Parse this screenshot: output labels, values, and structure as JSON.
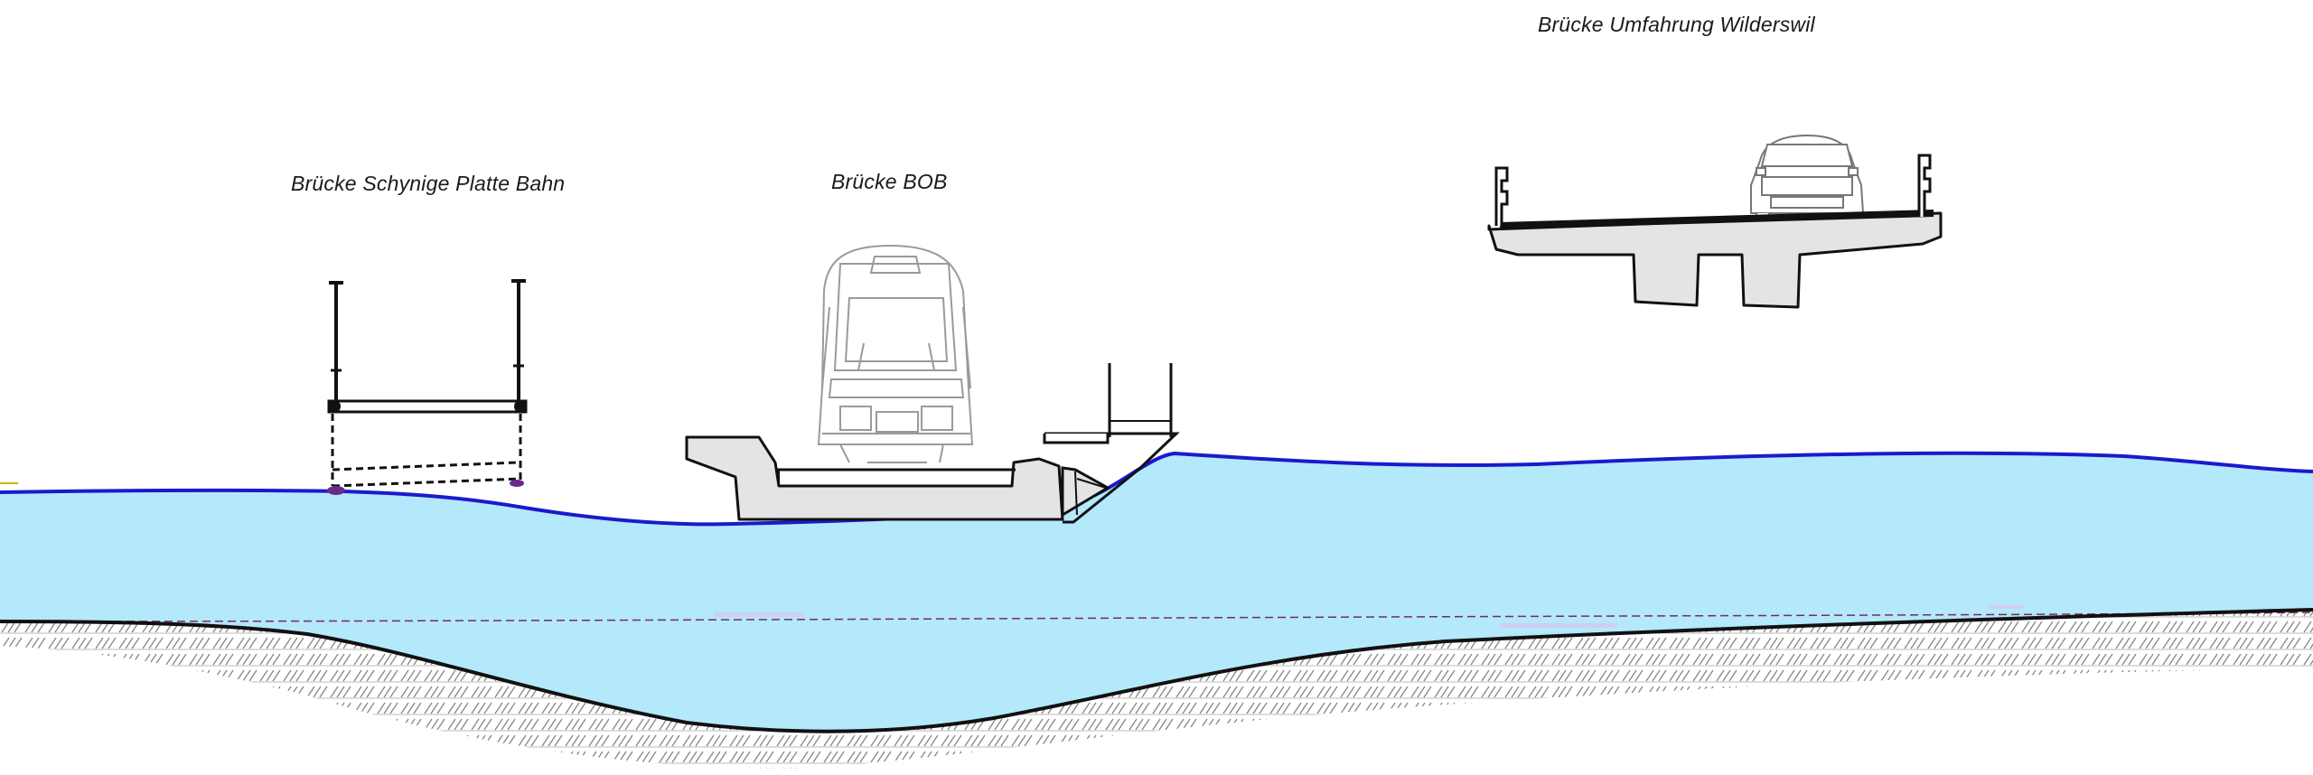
{
  "labels": {
    "schynige_platte": "Brücke Schynige Platte Bahn",
    "bob": "Brücke BOB",
    "umfahrung": "Brücke Umfahrung Wilderswil"
  },
  "colors": {
    "water_fill": "#b4e8fb",
    "water_line": "#1a1acc",
    "concrete": "#e4e4e4",
    "outline": "#111111",
    "highlight": "#d8c4ee"
  }
}
